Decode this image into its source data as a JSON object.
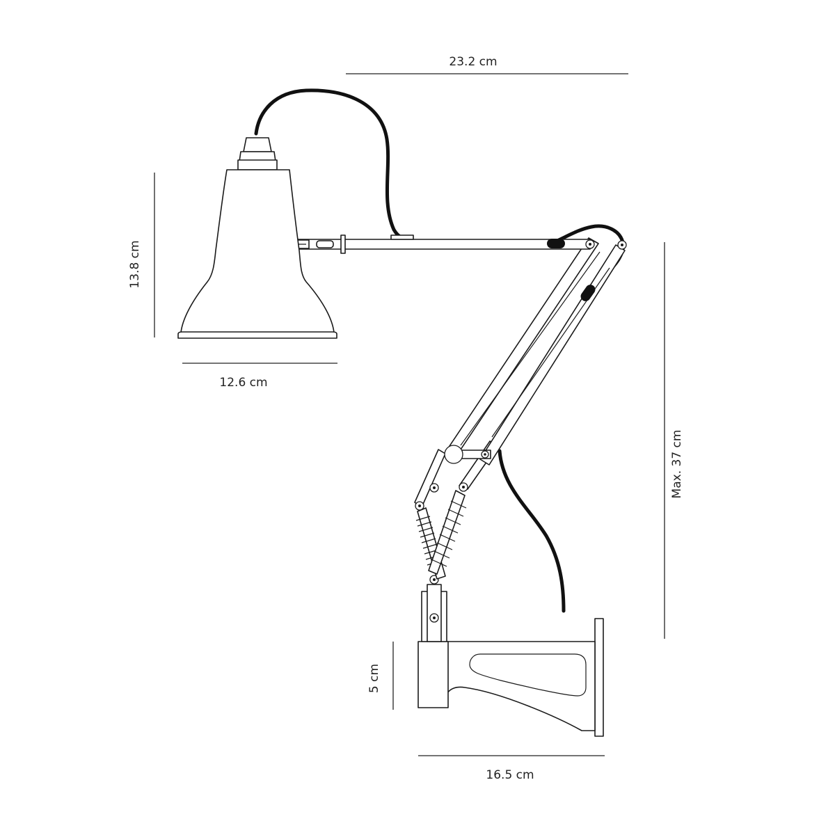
{
  "dimensions": {
    "arm_reach": "23.2 cm",
    "shade_height": "13.8 cm",
    "shade_width": "12.6 cm",
    "max_height": "Max. 37 cm",
    "bracket_height": "5 cm",
    "bracket_depth": "16.5 cm"
  },
  "colors": {
    "line": "#1a1a1a",
    "cable": "#111111",
    "background": "#ffffff"
  }
}
